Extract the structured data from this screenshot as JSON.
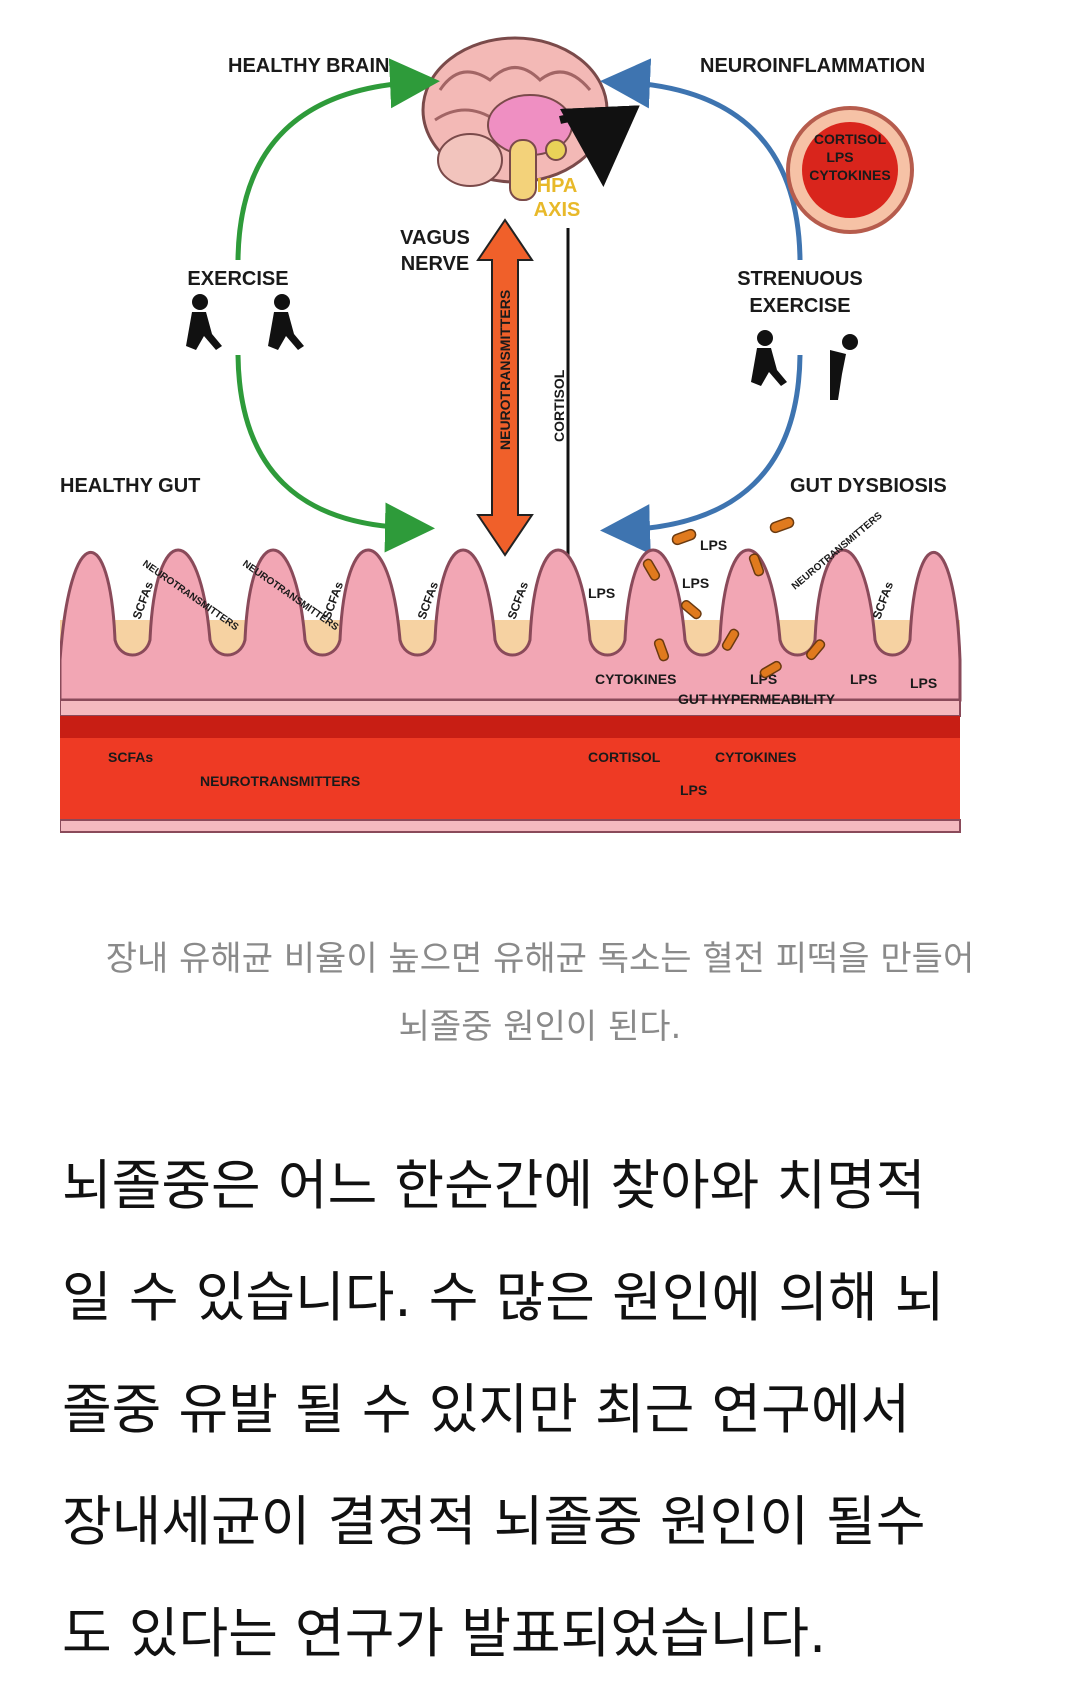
{
  "diagram": {
    "healthy_brain": "HEALTHY BRAIN",
    "neuroinflammation": "NEUROINFLAMMATION",
    "vessel_labels": {
      "cortisol": "CORTISOL",
      "lps": "LPS",
      "cytokines": "CYTOKINES"
    },
    "hpa_1": "HPA",
    "hpa_2": "AXIS",
    "vagus_1": "VAGUS",
    "vagus_2": "NERVE",
    "neurotransmitters": "NEUROTRANSMITTERS",
    "cortisol": "CORTISOL",
    "exercise": "EXERCISE",
    "strenuous_1": "STRENUOUS",
    "strenuous_2": "EXERCISE",
    "healthy_gut": "HEALTHY GUT",
    "gut_dysbiosis": "GUT DYSBIOSIS",
    "scfas": "SCFAs",
    "lps": "LPS",
    "cytokines": "CYTOKINES",
    "gut_hyper": "GUT HYPERMEABILITY",
    "blood_scfas": "SCFAs",
    "blood_neuro": "NEUROTRANSMITTERS",
    "blood_cortisol": "CORTISOL",
    "blood_cytokines": "CYTOKINES",
    "blood_lps": "LPS",
    "colors": {
      "green": "#2e9b3a",
      "blue": "#3e74b0",
      "orange": "#f0602a",
      "blood": "#ee3a24",
      "tissue": "#f6d2a2",
      "villi": "#f2a6b4"
    }
  },
  "caption": {
    "line1": "장내 유해균 비율이 높으면 유해균 독소는 혈전 피떡을 만들어",
    "line2": "뇌졸중 원인이 된다."
  },
  "body": {
    "line1": "뇌졸중은 어느 한순간에 찾아와 치명적",
    "line2": "일 수 있습니다. 수 많은 원인에 의해 뇌",
    "line3": "졸중 유발 될 수 있지만 최근 연구에서",
    "line4": "장내세균이 결정적 뇌졸중 원인이 될수",
    "line5": "도 있다는 연구가 발표되었습니다."
  }
}
